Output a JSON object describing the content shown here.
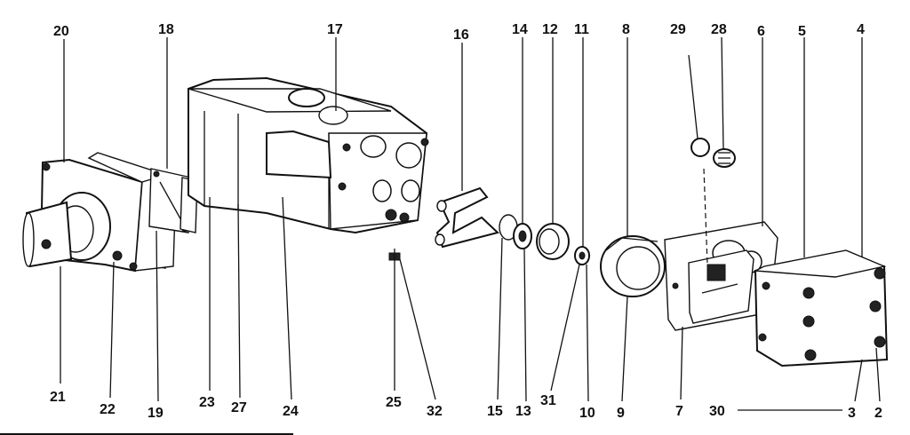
{
  "labels": {
    "p20": "20",
    "p18": "18",
    "p17": "17",
    "p16": "16",
    "p14": "14",
    "p12": "12",
    "p11": "11",
    "p8": "8",
    "p29": "29",
    "p28": "28",
    "p6": "6",
    "p5": "5",
    "p4": "4",
    "p21": "21",
    "p22": "22",
    "p19": "19",
    "p23": "23",
    "p27": "27",
    "p24": "24",
    "p25": "25",
    "p32": "32",
    "p15": "15",
    "p13": "13",
    "p31": "31",
    "p10": "10",
    "p9": "9",
    "p7": "7",
    "p30": "30",
    "p3": "3",
    "p2": "2"
  }
}
